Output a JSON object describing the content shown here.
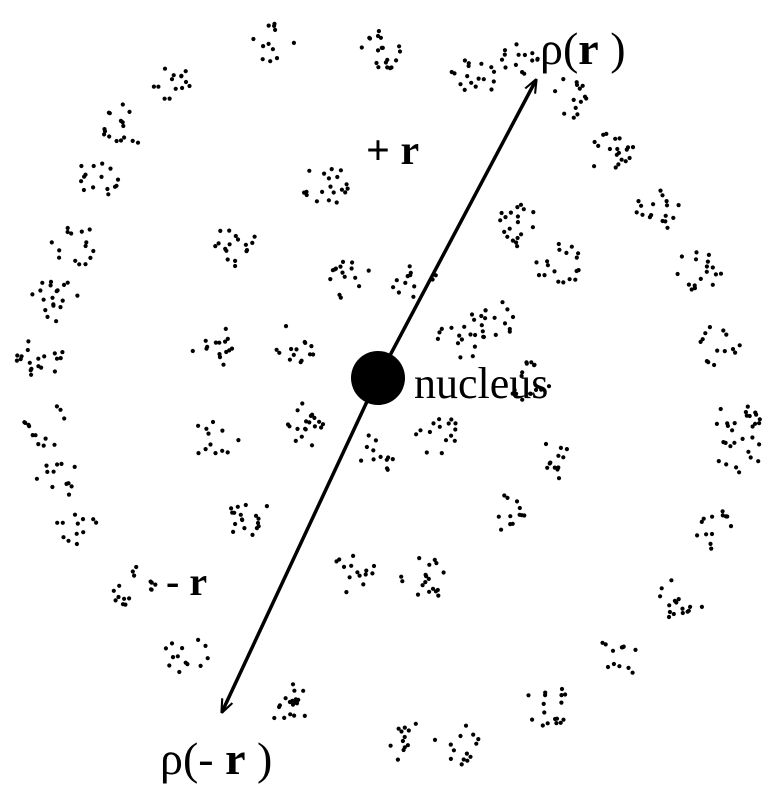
{
  "diagram": {
    "labels": {
      "rho_plus_prefix": "ρ(",
      "rho_plus_var": "r",
      "rho_plus_suffix": " )",
      "plus_r_sign": "+ ",
      "plus_r_var": "r",
      "nucleus": "nucleus",
      "minus_r_sign": "- ",
      "minus_r_var": "r",
      "rho_minus_prefix": "ρ(- ",
      "rho_minus_var": "r",
      "rho_minus_suffix": " )"
    },
    "colors": {
      "ink": "#000000",
      "background": "#ffffff"
    }
  }
}
